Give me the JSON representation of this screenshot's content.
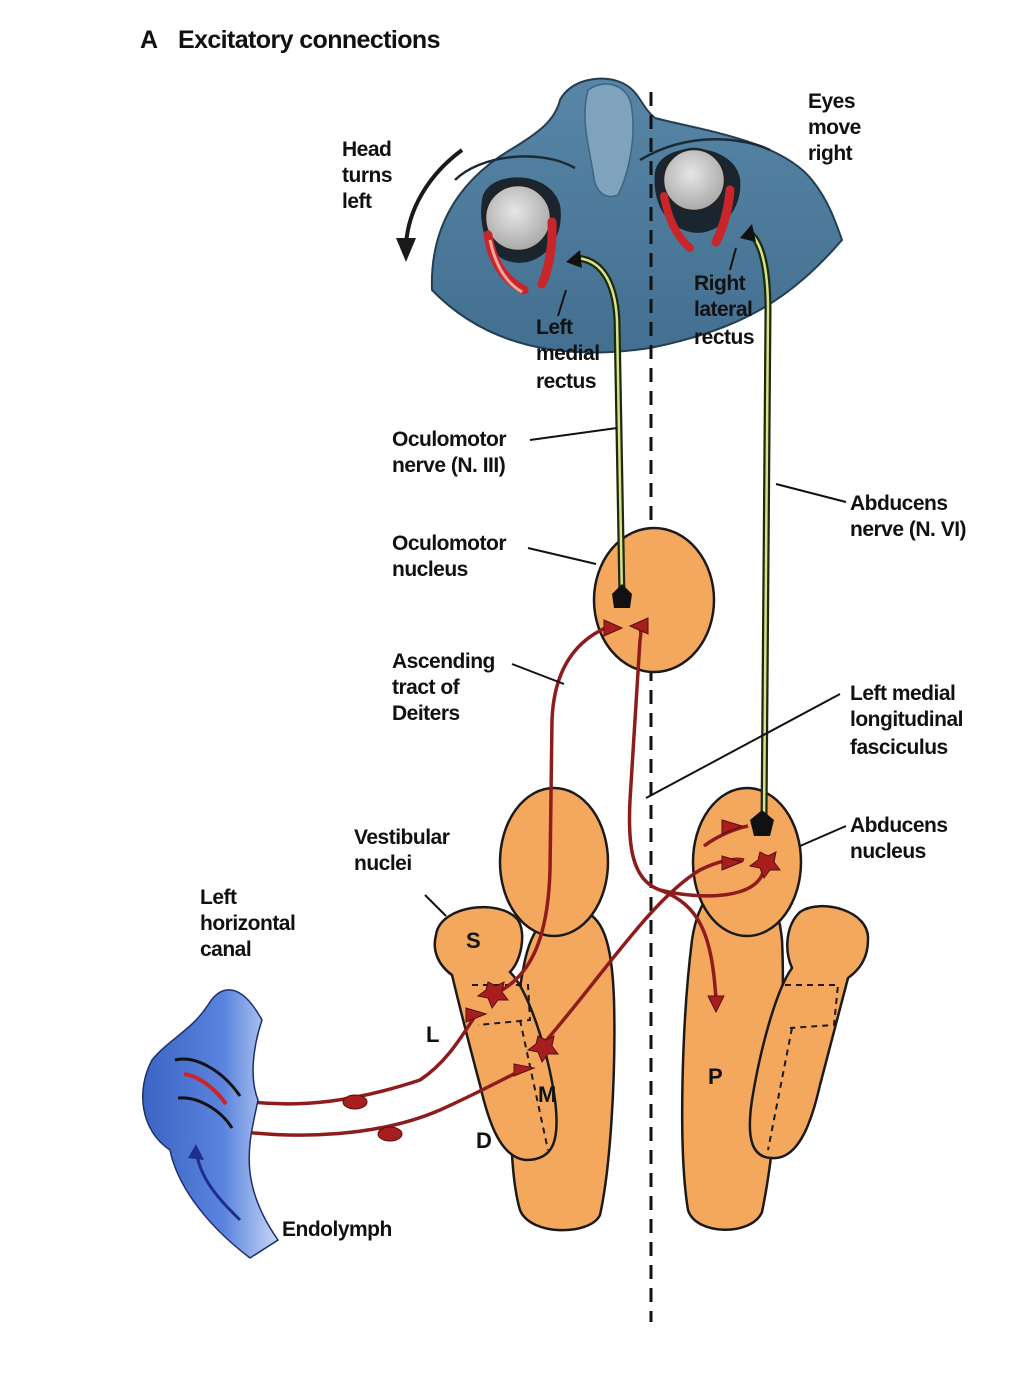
{
  "title": {
    "panel": "A",
    "text": "Excitatory connections"
  },
  "labels": {
    "head_turns_left": [
      "Head",
      "turns",
      "left"
    ],
    "eyes_move_right": [
      "Eyes",
      "move",
      "right"
    ],
    "left_medial_rectus": [
      "Left",
      "medial",
      "rectus"
    ],
    "right_lateral_rectus": [
      "Right",
      "lateral",
      "rectus"
    ],
    "oculomotor_nerve": [
      "Oculomotor",
      "nerve (N. III)"
    ],
    "abducens_nerve": [
      "Abducens",
      "nerve (N. VI)"
    ],
    "oculomotor_nucleus": [
      "Oculomotor",
      "nucleus"
    ],
    "ascending_tract": [
      "Ascending",
      "tract of",
      "Deiters"
    ],
    "left_mlf": [
      "Left medial",
      "longitudinal",
      "fasciculus"
    ],
    "vestibular_nuclei": [
      "Vestibular",
      "nuclei"
    ],
    "abducens_nucleus": [
      "Abducens",
      "nucleus"
    ],
    "left_horizontal_canal": [
      "Left",
      "horizontal",
      "canal"
    ],
    "endolymph": "Endolymph",
    "nucleus_s": "S",
    "nucleus_l": "L",
    "nucleus_m": "M",
    "nucleus_d": "D",
    "nucleus_p": "P"
  },
  "colors": {
    "face": "#4f7c9c",
    "face_dark": "#2f5673",
    "nucleus": "#f4a85e",
    "nucleus_outline": "#1a1a1a",
    "vestibular_path": "#8f1c1c",
    "motor_nerve": "#1d2a10",
    "motor_nerve_core": "#e8ee9a",
    "canal": "#4a72cf",
    "canal_light": "#9bb6ee",
    "muscle": "#c8262a"
  }
}
